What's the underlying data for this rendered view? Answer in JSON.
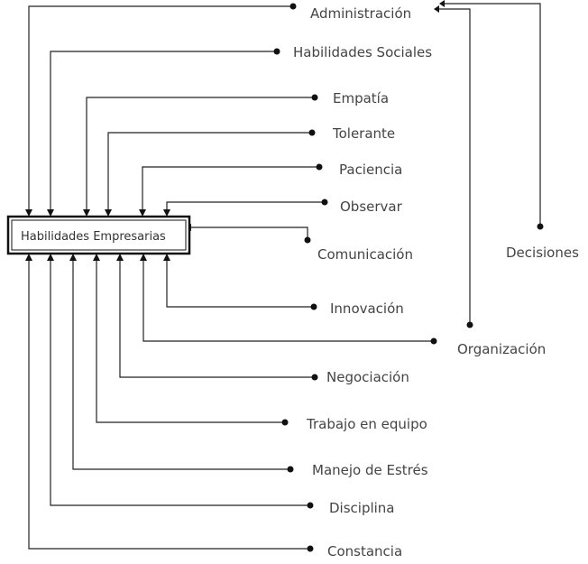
{
  "diagram": {
    "center": {
      "label": "Habilidades Empresarias"
    },
    "skills": [
      {
        "id": "administracion",
        "label": "Administración"
      },
      {
        "id": "habilidades-sociales",
        "label": "Habilidades Sociales"
      },
      {
        "id": "empatia",
        "label": "Empatía"
      },
      {
        "id": "tolerante",
        "label": "Tolerante"
      },
      {
        "id": "paciencia",
        "label": "Paciencia"
      },
      {
        "id": "observar",
        "label": "Observar"
      },
      {
        "id": "comunicacion",
        "label": "Comunicación"
      },
      {
        "id": "innovacion",
        "label": "Innovación"
      },
      {
        "id": "organizacion",
        "label": "Organización"
      },
      {
        "id": "negociacion",
        "label": "Negociación"
      },
      {
        "id": "trabajo-en-equipo",
        "label": "Trabajo en equipo"
      },
      {
        "id": "manejo-de-estres",
        "label": "Manejo de Estrés"
      },
      {
        "id": "disciplina",
        "label": "Disciplina"
      },
      {
        "id": "constancia",
        "label": "Constancia"
      },
      {
        "id": "decisiones",
        "label": "Decisiones"
      }
    ]
  }
}
